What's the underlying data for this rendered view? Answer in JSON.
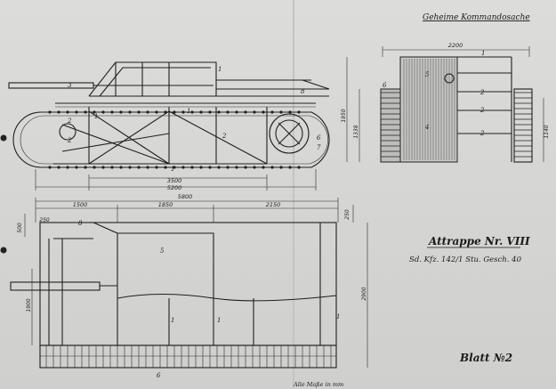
{
  "header": {
    "classification": "Geheime Kommandosache"
  },
  "title_block": {
    "title": "Attrappe Nr. VIII",
    "subtitle": "Sd. Kfz. 142/1  Stu. Gesch. 40",
    "sheet": "Blatt №2",
    "footer_note": "Alle Maße in mm"
  },
  "dimensions": {
    "side_view": {
      "inner_length": "3500",
      "total_length": "5200"
    },
    "front_view": {
      "width": "2200",
      "height_a": "1950",
      "height_b": "1338",
      "height_c": "1140"
    },
    "top_view": {
      "total_length": "5800",
      "seg_1": "1500",
      "seg_2": "1850",
      "seg_3": "2150",
      "left_small": "250",
      "left_height": "500",
      "side_width": "1900",
      "right_small": "250",
      "right_height": "2900"
    }
  },
  "part_labels": {
    "one": "1",
    "two": "2",
    "three": "3",
    "four": "4",
    "five": "5",
    "six": "6",
    "seven": "7",
    "eight": "8"
  }
}
